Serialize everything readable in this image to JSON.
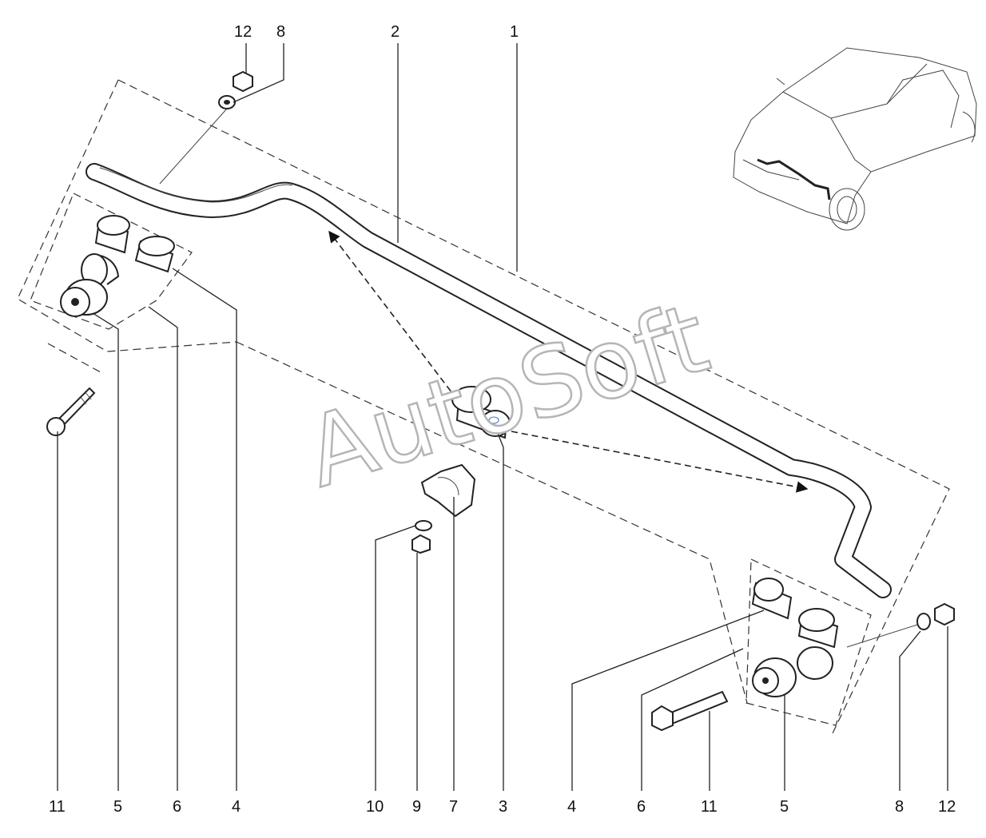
{
  "watermark": {
    "text": "AutoSoft"
  },
  "callouts": {
    "top": [
      "12",
      "8",
      "2",
      "1"
    ],
    "bottom": [
      "11",
      "5",
      "6",
      "4",
      "10",
      "9",
      "7",
      "3",
      "4",
      "6",
      "11",
      "5",
      "8",
      "12"
    ]
  },
  "colors": {
    "line": "#222222",
    "watermark_outline": "#b5b5b5",
    "background": "#ffffff"
  }
}
